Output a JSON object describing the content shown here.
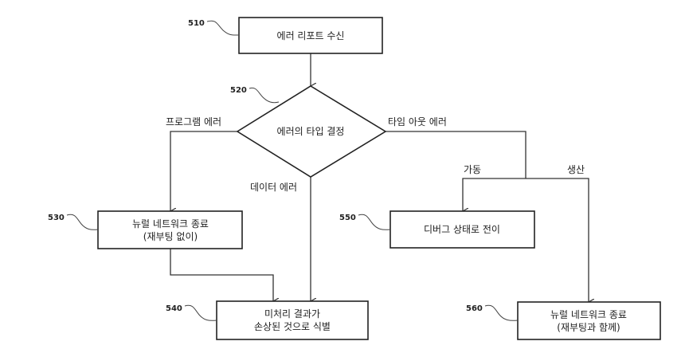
{
  "nodes": {
    "n510": {
      "ref": "510",
      "lines": [
        "에러 리포트 수신"
      ]
    },
    "n520": {
      "ref": "520",
      "lines": [
        "에러의 타입 결정"
      ]
    },
    "n530": {
      "ref": "530",
      "lines": [
        "뉴럴 네트워크 종료",
        "(재부팅 없이)"
      ]
    },
    "n540": {
      "ref": "540",
      "lines": [
        "미처리 결과가",
        "손상된 것으로 식별"
      ]
    },
    "n550": {
      "ref": "550",
      "lines": [
        "디버그 상태로 전이"
      ]
    },
    "n560": {
      "ref": "560",
      "lines": [
        "뉴럴 네트워크 종료",
        "(재부팅과 함께)"
      ]
    }
  },
  "edges": {
    "program_error": "프로그램 에러",
    "timeout_error": "타임 아웃 에러",
    "data_error": "데이터 에러",
    "operation": "가동",
    "production": "생산"
  }
}
